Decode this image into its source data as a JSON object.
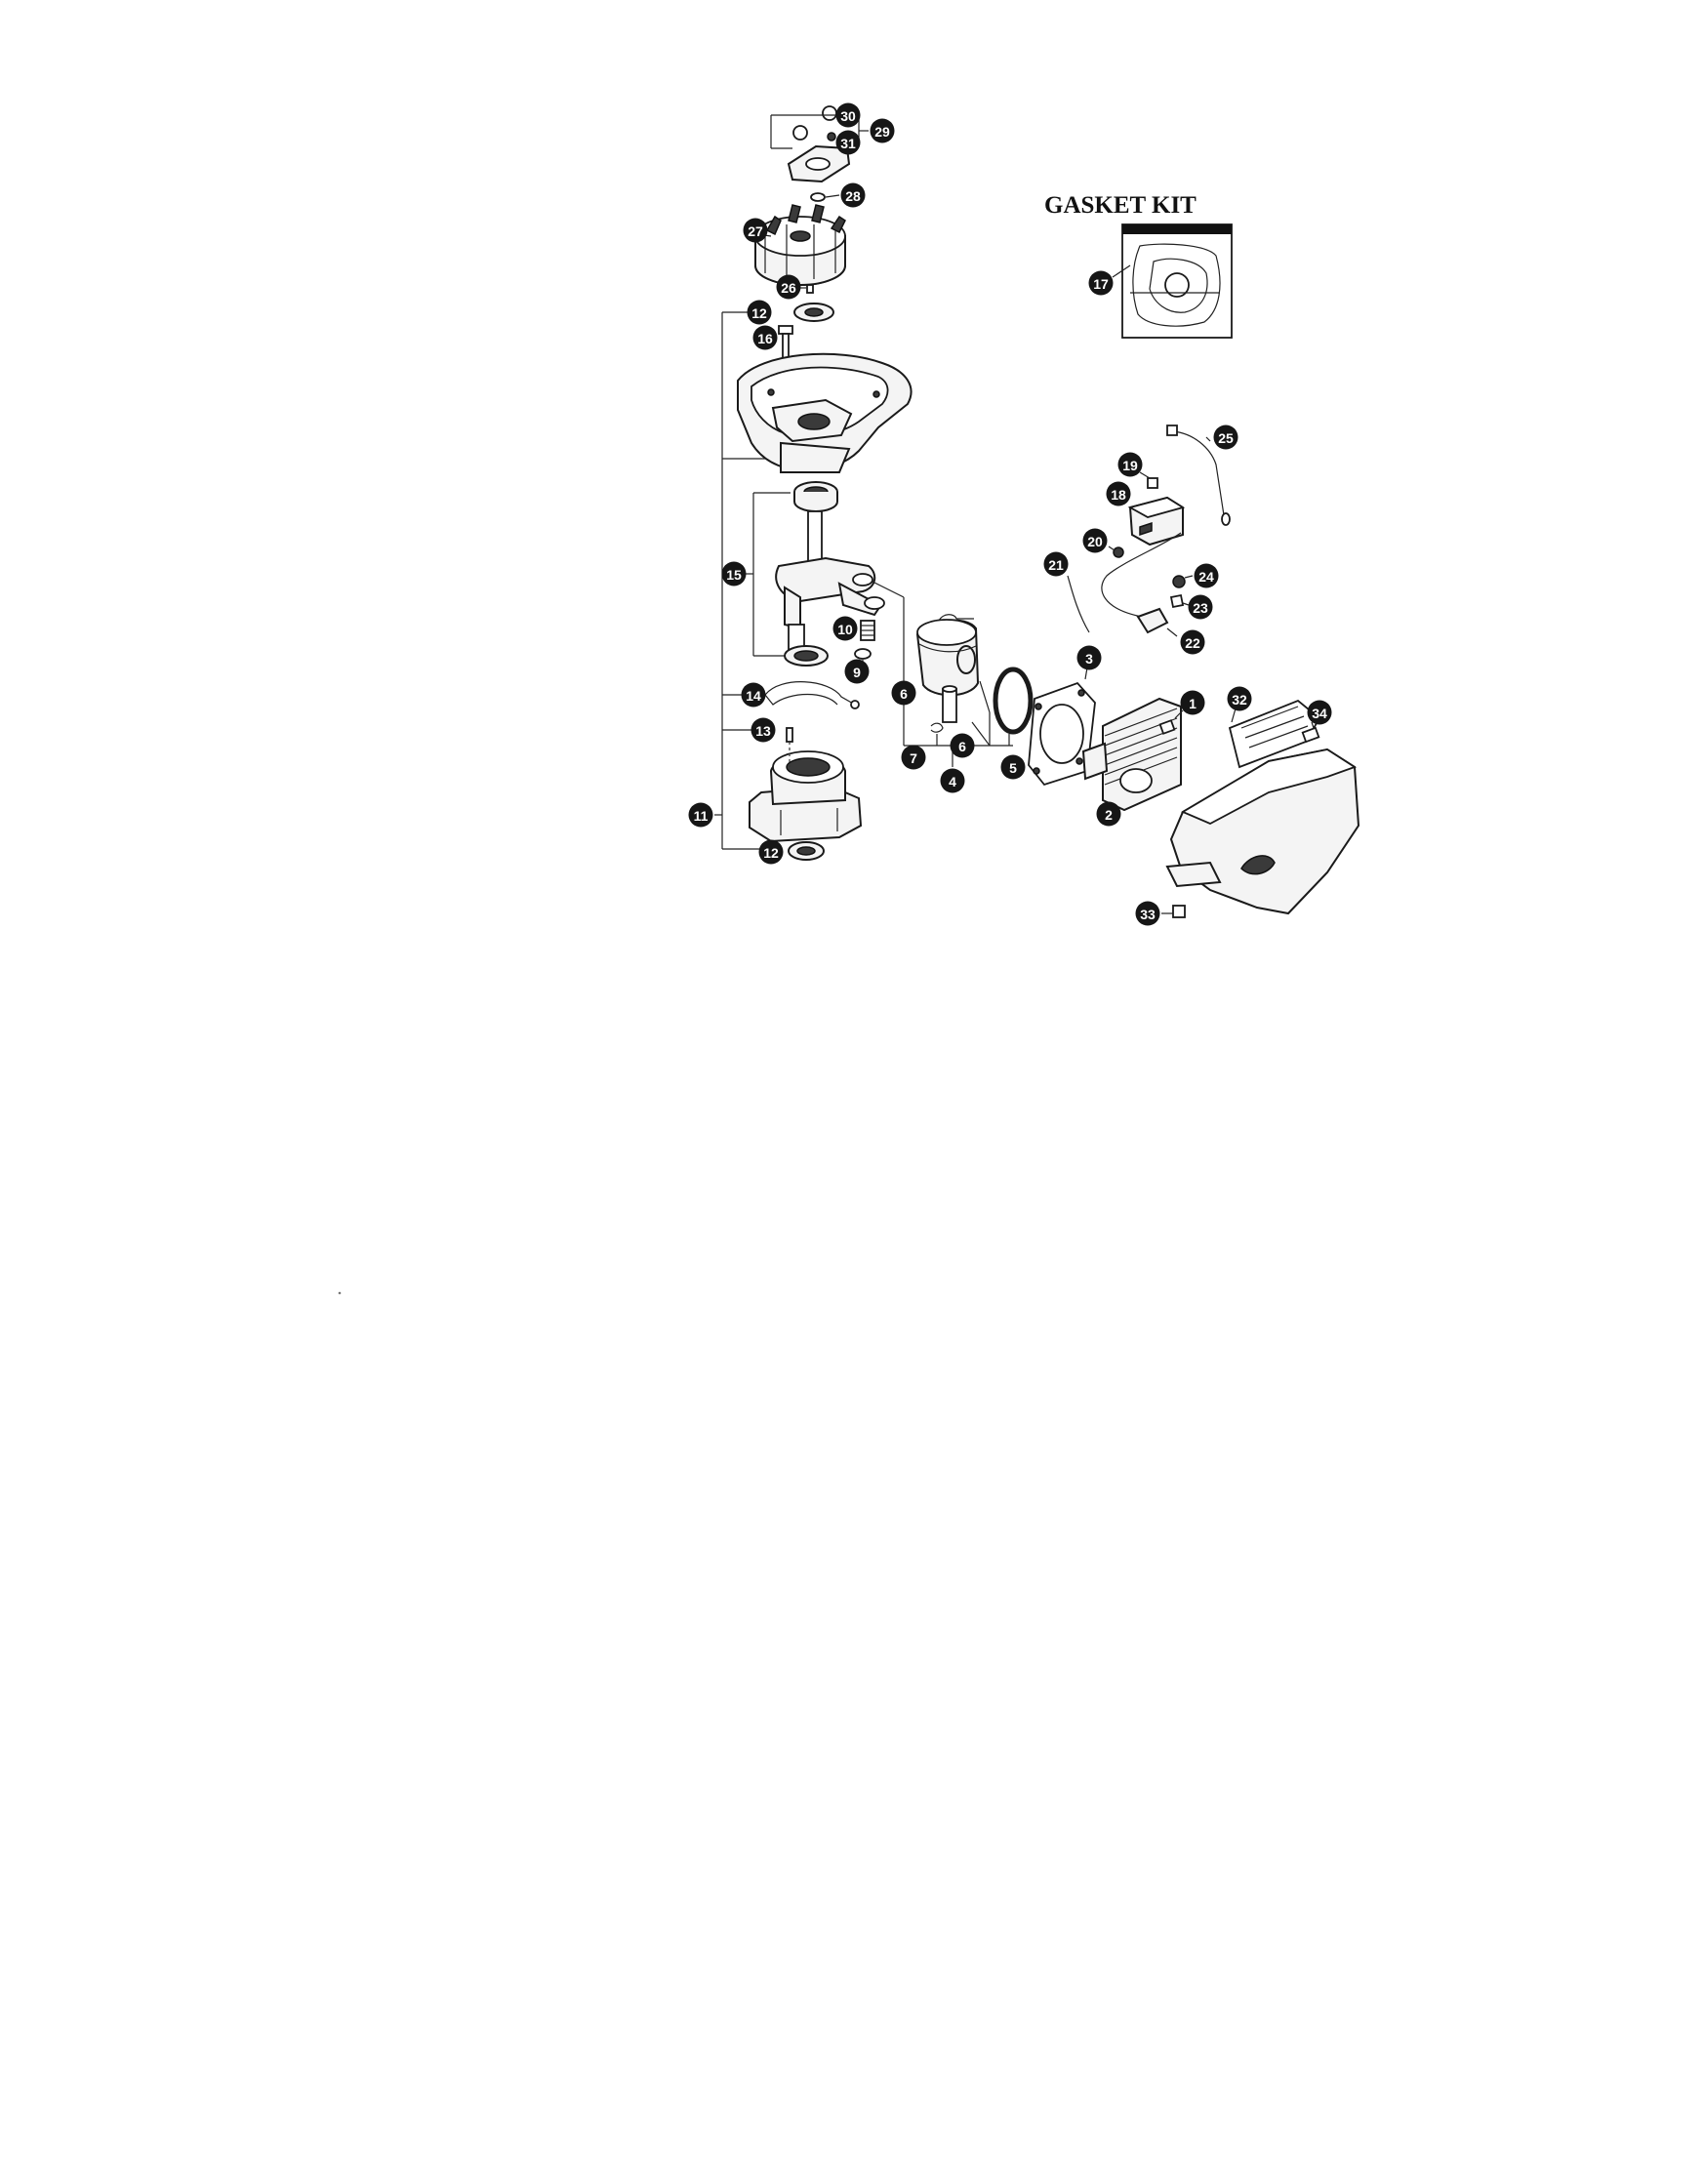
{
  "gasket_kit": {
    "title": "GASKET KIT"
  },
  "callouts": [
    {
      "id": "c1",
      "label": "1"
    },
    {
      "id": "c2",
      "label": "2"
    },
    {
      "id": "c3",
      "label": "3"
    },
    {
      "id": "c4",
      "label": "4"
    },
    {
      "id": "c5",
      "label": "5"
    },
    {
      "id": "c6a",
      "label": "6"
    },
    {
      "id": "c6b",
      "label": "6"
    },
    {
      "id": "c7",
      "label": "7"
    },
    {
      "id": "c9",
      "label": "9"
    },
    {
      "id": "c10",
      "label": "10"
    },
    {
      "id": "c11",
      "label": "11"
    },
    {
      "id": "c12a",
      "label": "12"
    },
    {
      "id": "c12b",
      "label": "12"
    },
    {
      "id": "c13",
      "label": "13"
    },
    {
      "id": "c14",
      "label": "14"
    },
    {
      "id": "c15",
      "label": "15"
    },
    {
      "id": "c16",
      "label": "16"
    },
    {
      "id": "c17",
      "label": "17"
    },
    {
      "id": "c18",
      "label": "18"
    },
    {
      "id": "c19",
      "label": "19"
    },
    {
      "id": "c20",
      "label": "20"
    },
    {
      "id": "c21",
      "label": "21"
    },
    {
      "id": "c22",
      "label": "22"
    },
    {
      "id": "c23",
      "label": "23"
    },
    {
      "id": "c24",
      "label": "24"
    },
    {
      "id": "c25",
      "label": "25"
    },
    {
      "id": "c26",
      "label": "26"
    },
    {
      "id": "c27",
      "label": "27"
    },
    {
      "id": "c28",
      "label": "28"
    },
    {
      "id": "c29",
      "label": "29"
    },
    {
      "id": "c30",
      "label": "30"
    },
    {
      "id": "c31",
      "label": "31"
    },
    {
      "id": "c32",
      "label": "32"
    },
    {
      "id": "c33",
      "label": "33"
    },
    {
      "id": "c34",
      "label": "34"
    }
  ]
}
